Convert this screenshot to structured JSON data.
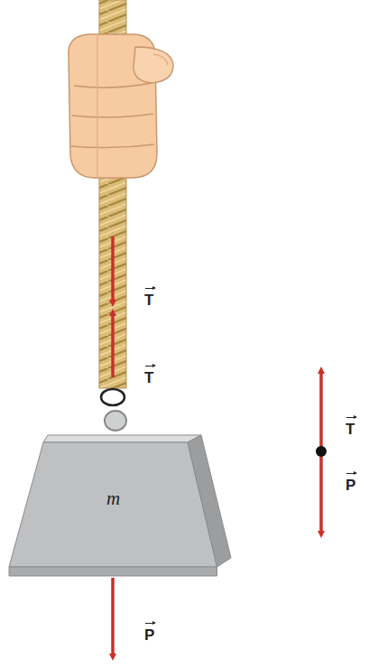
{
  "diagram": {
    "nodes": [
      {
        "text": [
          "m"
        ]
      }
    ],
    "labels": [
      "T",
      "T",
      "P",
      "T",
      "P"
    ]
  }
}
